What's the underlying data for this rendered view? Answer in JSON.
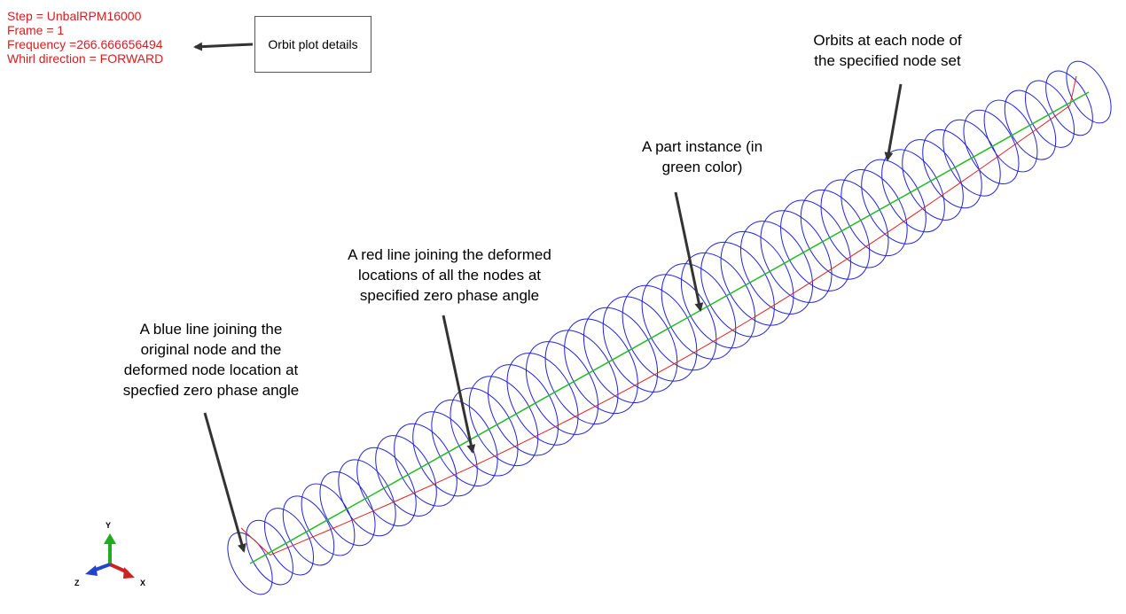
{
  "legend": {
    "step": "Step = UnbalRPM16000",
    "frame": "Frame = 1",
    "frequency": "Frequency =266.666656494",
    "whirl": "Whirl direction = FORWARD"
  },
  "callout_box": {
    "label": "Orbit plot details"
  },
  "annotations": {
    "orbits": [
      "Orbits at each node of",
      "the specified node set"
    ],
    "part_instance": [
      "A part instance (in",
      "green color)"
    ],
    "red_line": [
      "A red line joining the deformed",
      "locations of all the nodes at",
      "specified zero phase angle"
    ],
    "blue_line": [
      "A blue line joining the",
      "original node and the",
      "deformed node location at",
      "specfied zero phase angle"
    ]
  },
  "triad": {
    "x": "X",
    "y": "Y",
    "z": "Z"
  },
  "colors": {
    "legend_text": "#d42020",
    "orbit": "#2222dd",
    "part_instance": "#22bb22",
    "deformed_line": "#dd2222",
    "triad_x": "#cc2222",
    "triad_y": "#22aa22",
    "triad_z": "#2244cc"
  },
  "model": {
    "orbit_count": 44
  }
}
